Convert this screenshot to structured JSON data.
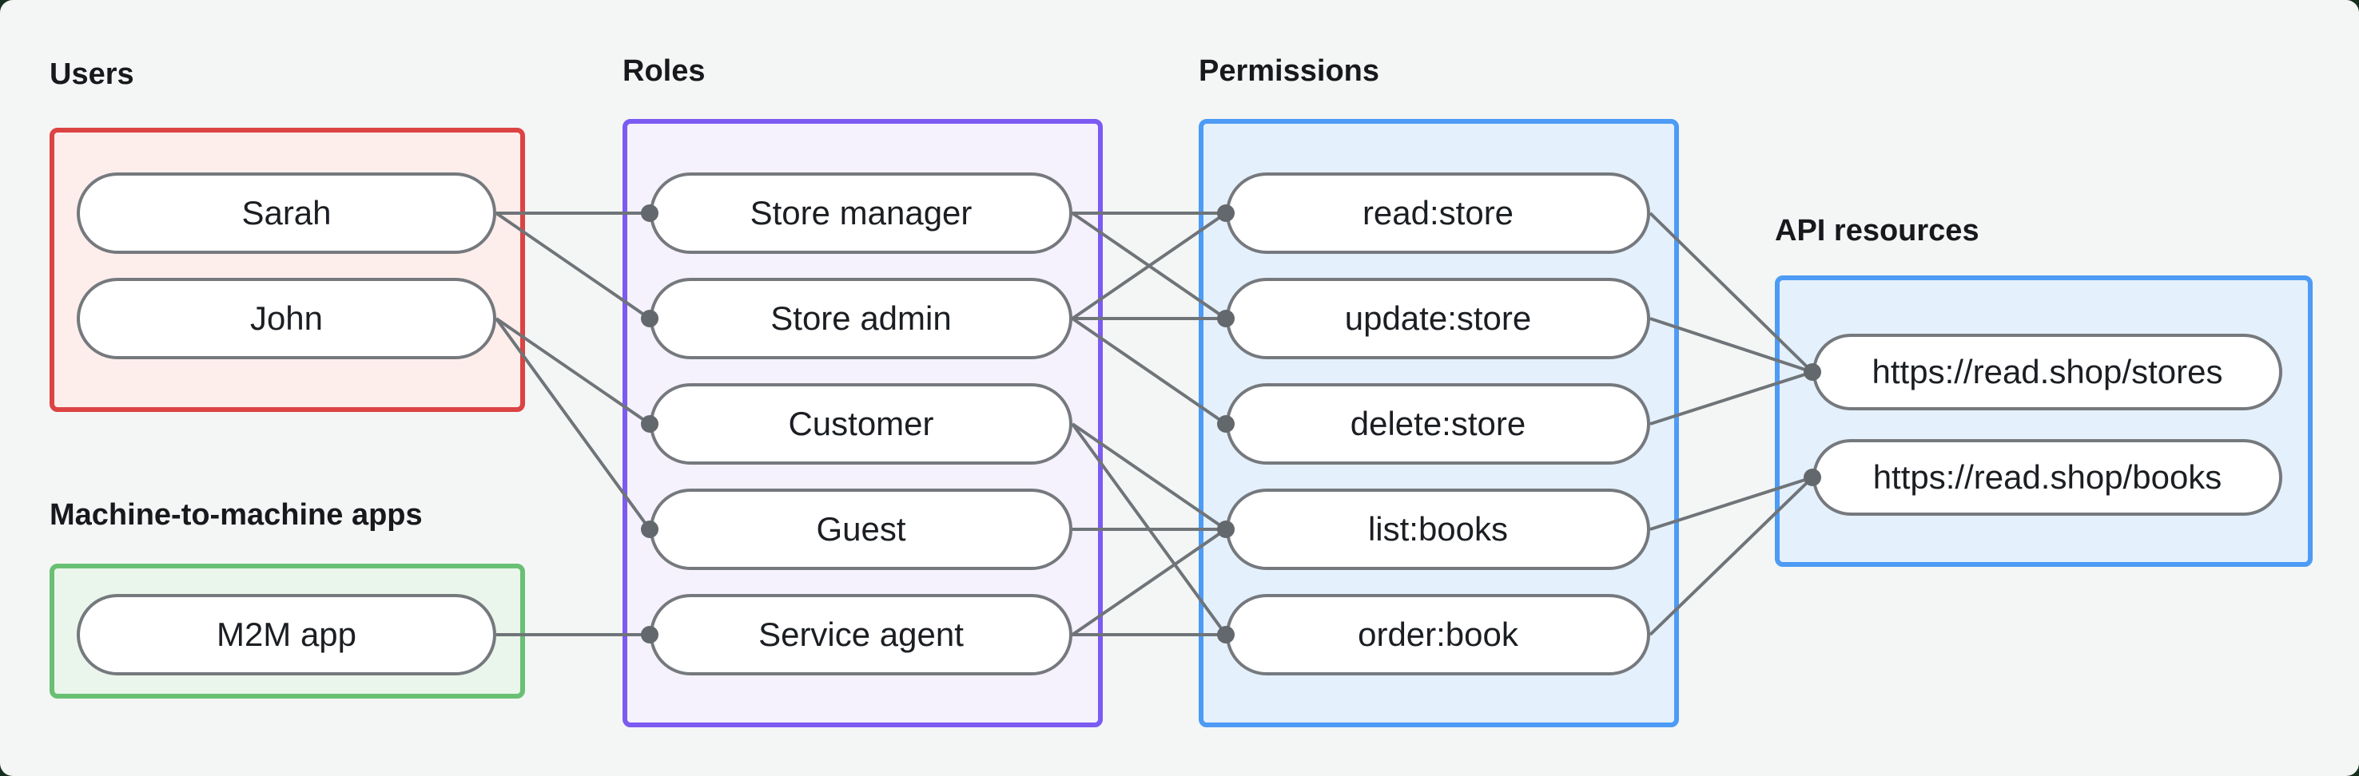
{
  "page": {
    "outer_background": "#16301f",
    "canvas_background": "#f4f6f5"
  },
  "groups": [
    {
      "id": "users",
      "label": "Users",
      "accent": "#dc4343",
      "fill": "#fdeeec",
      "nodes": [
        {
          "id": "sarah",
          "label": "Sarah"
        },
        {
          "id": "john",
          "label": "John"
        }
      ]
    },
    {
      "id": "m2m",
      "label": "Machine-to-machine apps",
      "accent": "#69bf73",
      "fill": "#eaf6ec",
      "nodes": [
        {
          "id": "m2m-app",
          "label": "M2M app"
        }
      ]
    },
    {
      "id": "roles",
      "label": "Roles",
      "accent": "#7b5bf2",
      "fill": "#f5f1fd",
      "nodes": [
        {
          "id": "store-manager",
          "label": "Store manager"
        },
        {
          "id": "store-admin",
          "label": "Store admin"
        },
        {
          "id": "customer",
          "label": "Customer"
        },
        {
          "id": "guest",
          "label": "Guest"
        },
        {
          "id": "service-agent",
          "label": "Service agent"
        }
      ]
    },
    {
      "id": "permissions",
      "label": "Permissions",
      "accent": "#4d9bf5",
      "fill": "#e4f0fc",
      "nodes": [
        {
          "id": "read-store",
          "label": "read:store"
        },
        {
          "id": "update-store",
          "label": "update:store"
        },
        {
          "id": "delete-store",
          "label": "delete:store"
        },
        {
          "id": "list-books",
          "label": "list:books"
        },
        {
          "id": "order-book",
          "label": "order:book"
        }
      ]
    },
    {
      "id": "api-resources",
      "label": "API resources",
      "accent": "#4d9bf5",
      "fill": "#e4f0fc",
      "nodes": [
        {
          "id": "stores",
          "label": "https://read.shop/stores"
        },
        {
          "id": "books",
          "label": "https://read.shop/books"
        }
      ]
    }
  ],
  "edges": [
    {
      "from": "sarah",
      "to": "store-manager"
    },
    {
      "from": "sarah",
      "to": "store-admin"
    },
    {
      "from": "john",
      "to": "customer"
    },
    {
      "from": "john",
      "to": "guest"
    },
    {
      "from": "m2m-app",
      "to": "service-agent"
    },
    {
      "from": "store-manager",
      "to": "read-store"
    },
    {
      "from": "store-manager",
      "to": "update-store"
    },
    {
      "from": "store-admin",
      "to": "read-store"
    },
    {
      "from": "store-admin",
      "to": "update-store"
    },
    {
      "from": "store-admin",
      "to": "delete-store"
    },
    {
      "from": "customer",
      "to": "list-books"
    },
    {
      "from": "customer",
      "to": "order-book"
    },
    {
      "from": "guest",
      "to": "list-books"
    },
    {
      "from": "service-agent",
      "to": "list-books"
    },
    {
      "from": "service-agent",
      "to": "order-book"
    },
    {
      "from": "read-store",
      "to": "stores"
    },
    {
      "from": "update-store",
      "to": "stores"
    },
    {
      "from": "delete-store",
      "to": "stores"
    },
    {
      "from": "list-books",
      "to": "books"
    },
    {
      "from": "order-book",
      "to": "books"
    }
  ],
  "edge_style": {
    "line_color": "#6f7478",
    "line_width": 4,
    "dot_color": "#63686d",
    "dot_radius": 11
  }
}
